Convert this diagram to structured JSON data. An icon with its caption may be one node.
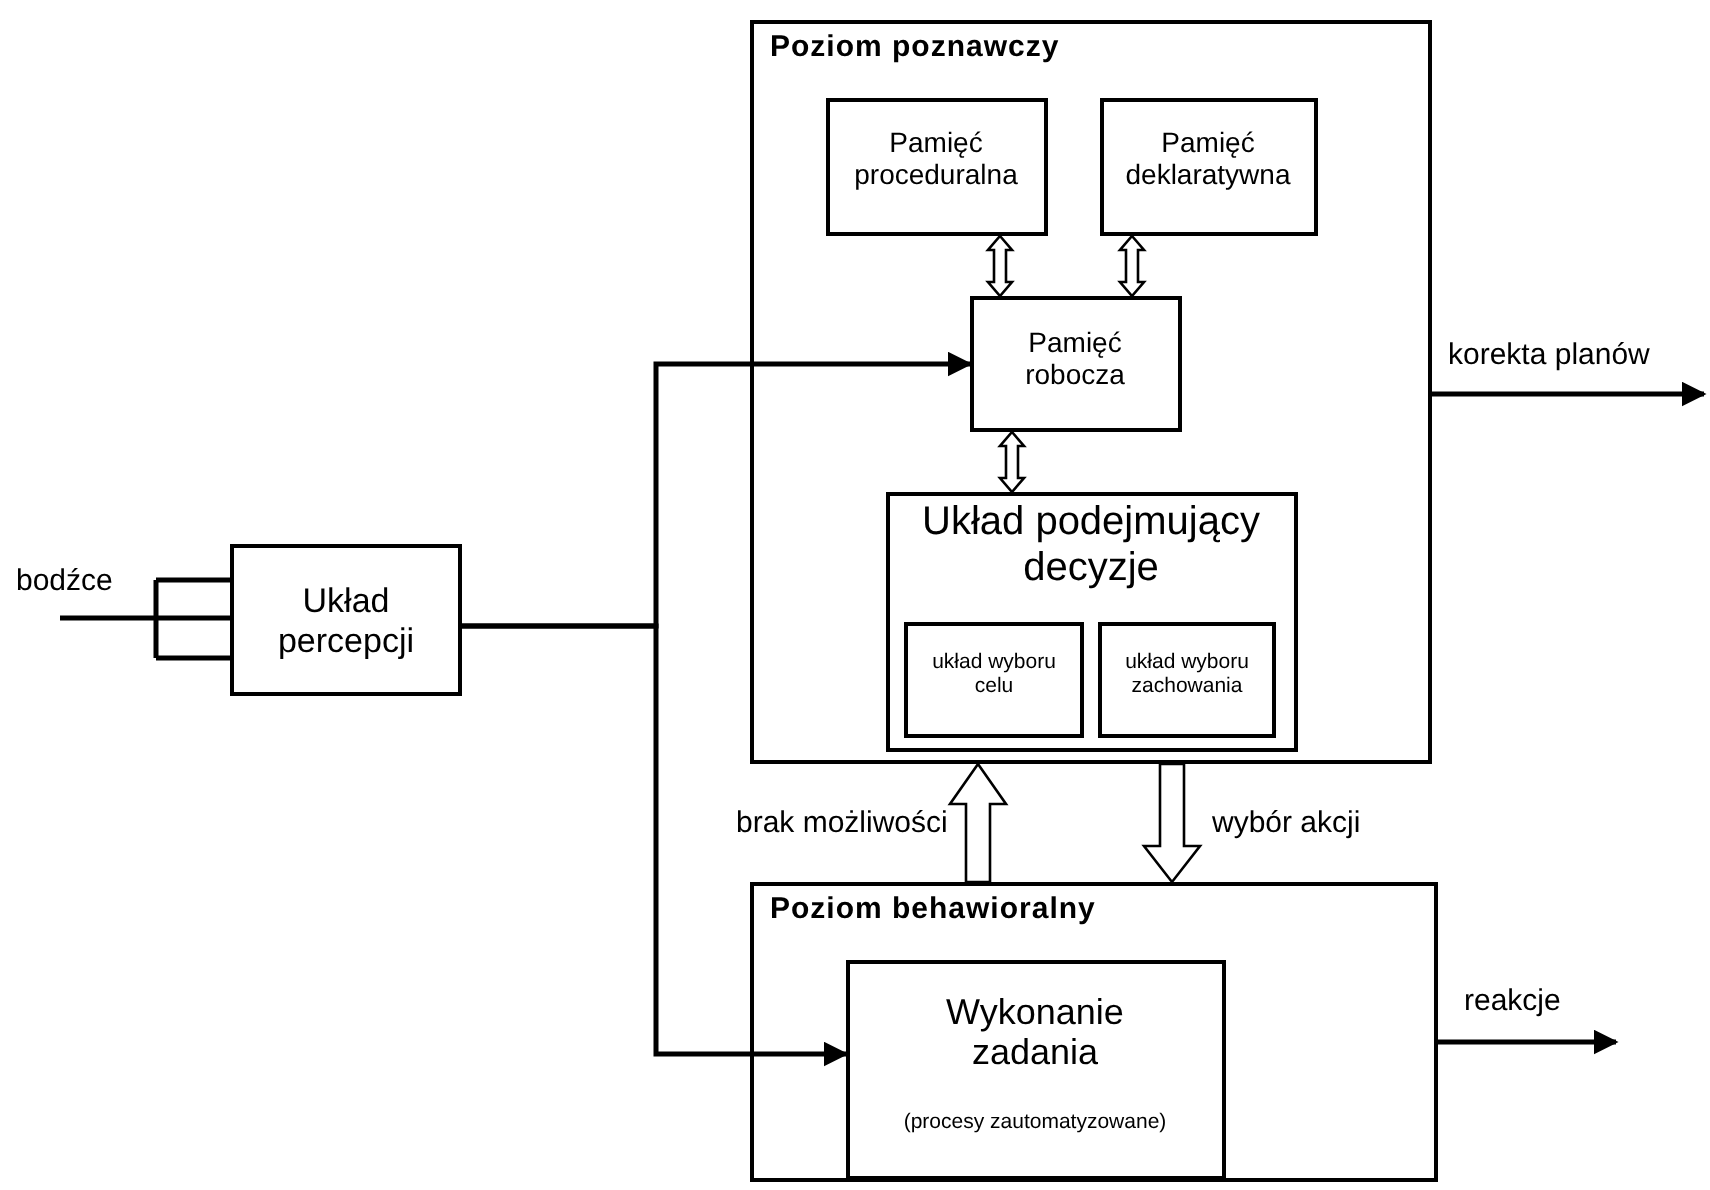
{
  "diagram": {
    "nodes": [
      {
        "text": [
          "Układ percepcji"
        ]
      },
      {
        "text": [
          "Poziom poznawczy"
        ]
      },
      {
        "text": [
          "Pamięć proceduralna"
        ],
        "in": 1
      },
      {
        "text": [
          "Pamięć deklaratywna"
        ],
        "in": 1
      },
      {
        "text": [
          "Pamięć robocza"
        ],
        "in": 1
      },
      {
        "text": [
          "Układ podejmujący decyzje"
        ],
        "in": 1
      },
      {
        "text": [
          "układ wyboru celu"
        ],
        "in": 5
      },
      {
        "text": [
          "układ wyboru zachowania"
        ],
        "in": 5
      },
      {
        "text": [
          "Poziom behawioralny"
        ]
      },
      {
        "text": [
          "Wykonanie zadania",
          "(procesy zautomatyzowane)"
        ],
        "in": 8
      }
    ],
    "edges": [
      {
        "from": null,
        "to": 0,
        "arrow": "none",
        "label": "bodźce"
      },
      {
        "from": 0,
        "to": 4,
        "arrow": "to"
      },
      {
        "from": 0,
        "to": 9,
        "arrow": "to"
      },
      {
        "from": 2,
        "to": 4,
        "arrow": "both",
        "style": "thick"
      },
      {
        "from": 3,
        "to": 4,
        "arrow": "both",
        "style": "thick"
      },
      {
        "from": 4,
        "to": 5,
        "arrow": "both",
        "style": "thick"
      },
      {
        "from": 8,
        "to": 1,
        "arrow": "to",
        "style": "thick",
        "label": "brak możliwości"
      },
      {
        "from": 1,
        "to": 8,
        "arrow": "to",
        "style": "thick",
        "label": "wybór akcji"
      },
      {
        "from": 1,
        "to": null,
        "arrow": "to",
        "label": "korekta planów"
      },
      {
        "from": 8,
        "to": null,
        "arrow": "to",
        "label": "reakcje"
      }
    ]
  }
}
